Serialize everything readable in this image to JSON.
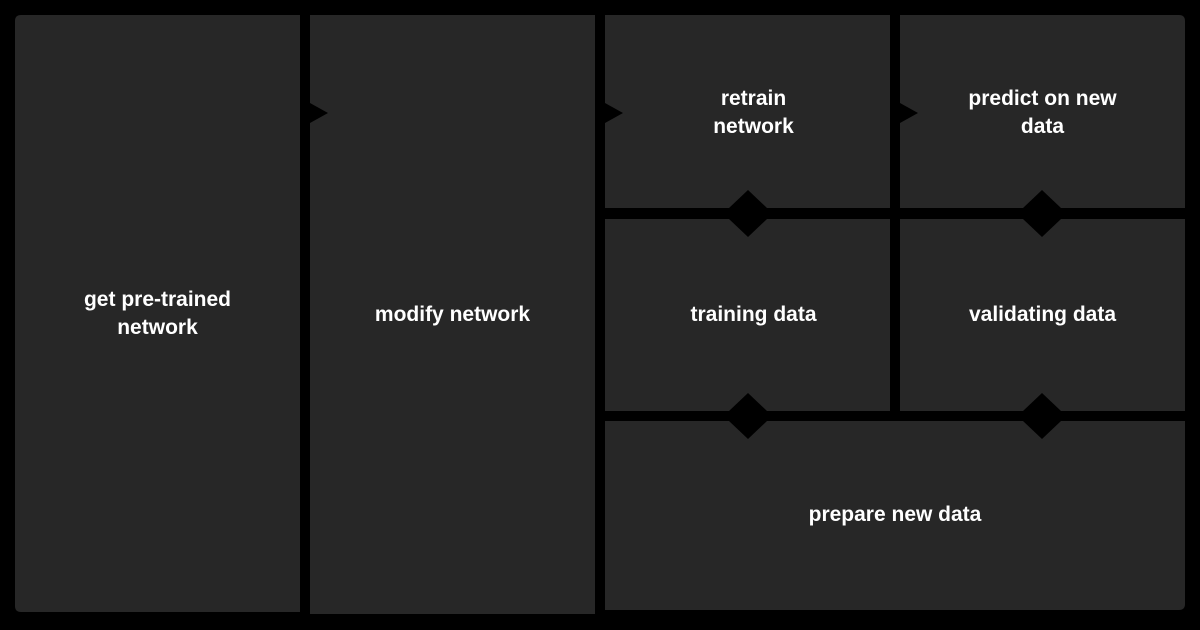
{
  "diagram": {
    "colors": {
      "background": "#000000",
      "panel": "#272727",
      "text": "#ffffff"
    },
    "nodes": {
      "get_pretrained": {
        "label": "get pre-trained\nnetwork"
      },
      "modify_network": {
        "label": "modify network"
      },
      "retrain_network": {
        "label": "retrain\nnetwork"
      },
      "predict_new_data": {
        "label": "predict on new\ndata"
      },
      "training_data": {
        "label": "training data"
      },
      "validating_data": {
        "label": "validating data"
      },
      "prepare_new_data": {
        "label": "prepare new data"
      }
    },
    "connections": [
      {
        "from": "get_pretrained",
        "to": "modify_network",
        "direction": "right"
      },
      {
        "from": "modify_network",
        "to": "retrain_network",
        "direction": "right"
      },
      {
        "from": "retrain_network",
        "to": "predict_new_data",
        "direction": "right"
      },
      {
        "from": "training_data",
        "to": "retrain_network",
        "direction": "up"
      },
      {
        "from": "validating_data",
        "to": "predict_new_data",
        "direction": "up"
      },
      {
        "from": "prepare_new_data",
        "to": "training_data",
        "direction": "up"
      },
      {
        "from": "prepare_new_data",
        "to": "validating_data",
        "direction": "up"
      }
    ]
  }
}
